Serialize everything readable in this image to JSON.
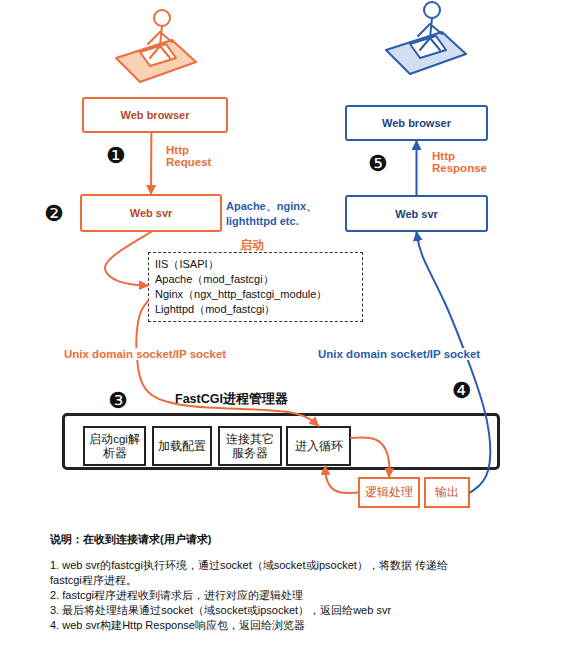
{
  "diagram": {
    "nodes": [
      {
        "text": [
          "Web browser"
        ]
      },
      {
        "text": [
          "Web svr"
        ]
      },
      {
        "text": [
          "IIS（ISAPI）",
          "Apache（mod_fastcgi）",
          "Nginx（ngx_http_fastcgi_module）",
          "Lighttpd（mod_fastcgi）"
        ]
      },
      {
        "text": [
          "FastCGI进程管理器"
        ]
      },
      {
        "text": [
          "启动cgi解析器"
        ],
        "in": 3
      },
      {
        "text": [
          "加载配置"
        ],
        "in": 3
      },
      {
        "text": [
          "连接其它服务器"
        ],
        "in": 3
      },
      {
        "text": [
          "进入循环"
        ],
        "in": 3
      },
      {
        "text": [
          "逻辑处理"
        ]
      },
      {
        "text": [
          "输出"
        ]
      },
      {
        "text": [
          "Web svr"
        ]
      },
      {
        "text": [
          "Web browser"
        ]
      }
    ],
    "edges": [
      {
        "from": 0,
        "to": 1,
        "label": "Http Request",
        "arrow": "to"
      },
      {
        "from": 1,
        "to": 2,
        "arrow": "to"
      },
      {
        "from": 2,
        "to": 7,
        "label": "Unix domain socket/IP socket",
        "arrow": "to"
      },
      {
        "from": 7,
        "to": 8,
        "arrow": "to"
      },
      {
        "from": 8,
        "to": 7,
        "arrow": "to"
      },
      {
        "from": 9,
        "to": 10,
        "label": "Unix domain socket/IP socket",
        "arrow": "to"
      },
      {
        "from": 10,
        "to": 11,
        "label": "Http Response",
        "arrow": "to"
      }
    ],
    "labels": [
      "❶",
      "❺",
      "❷",
      "Apache、nginx、 lighthttpd etc.",
      "启动",
      "❸",
      "❹",
      "说明：在收到连接请求(用户请求)",
      "1. web svr的fastcgi执行环境，通过socket（域socket或ipsocket），将数据 传递给fastcgi程序进程。",
      "2. fastcgi程序进程收到请求后，进行对应的逻辑处理",
      "3. 最后将处理结果通过socket（域socket或ipsocket），返回给web svr",
      "4. web svr构建Http Response响应包，返回给浏览器"
    ]
  }
}
